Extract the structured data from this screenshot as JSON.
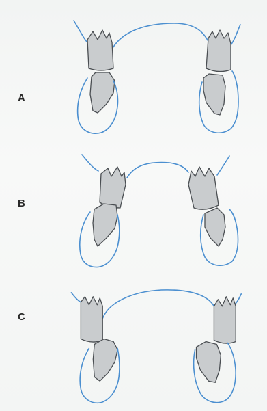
{
  "panels": [
    {
      "id": "A",
      "label": "A"
    },
    {
      "id": "B",
      "label": "B"
    },
    {
      "id": "C",
      "label": "C"
    }
  ],
  "colors": {
    "gum_outline": "#4b8fd0",
    "tooth_fill": "#c9ccce",
    "tooth_outline": "#4a4e52",
    "background": "#f5f6f5"
  }
}
